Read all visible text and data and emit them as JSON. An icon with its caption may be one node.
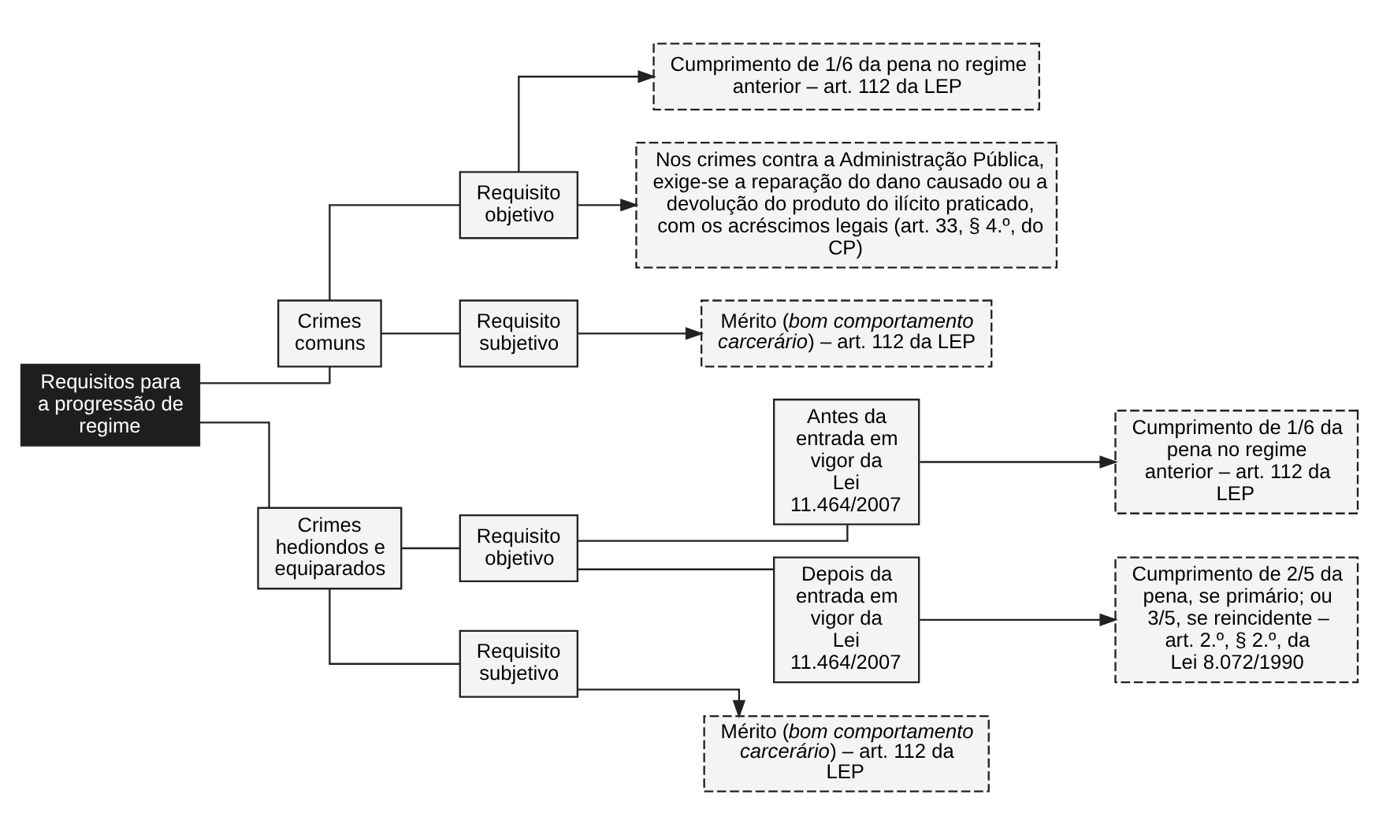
{
  "diagram": {
    "nodes": [
      {
        "text": [
          "Requisitos para a progressão de regime"
        ]
      },
      {
        "text": [
          "Crimes comuns"
        ]
      },
      {
        "text": [
          "Requisito objetivo"
        ]
      },
      {
        "text": [
          "Cumprimento de 1/6 da pena no regime anterior – art. 112 da LEP"
        ]
      },
      {
        "text": [
          "Nos crimes contra a Administração Pública, exige-se a reparação do dano causado ou a devolução do produto do ilícito praticado, com os acréscimos legais (art. 33, § 4.º, do CP)"
        ]
      },
      {
        "text": [
          "Requisito subjetivo"
        ]
      },
      {
        "text": [
          "Mérito (*bom comportamento carcerário*) – art. 112 da LEP"
        ]
      },
      {
        "text": [
          "Crimes hediondos e equiparados"
        ]
      },
      {
        "text": [
          "Requisito objetivo"
        ]
      },
      {
        "text": [
          "Antes da entrada em vigor da Lei 11.464/2007"
        ]
      },
      {
        "text": [
          "Cumprimento de 1/6 da pena no regime anterior – art. 112 da LEP"
        ]
      },
      {
        "text": [
          "Depois da entrada em vigor da Lei 11.464/2007"
        ]
      },
      {
        "text": [
          "Cumprimento de 2/5 da pena, se primário; ou 3/5, se reincidente – art. 2.º, § 2.º, da Lei 8.072/1990"
        ]
      },
      {
        "text": [
          "Requisito subjetivo"
        ]
      },
      {
        "text": [
          "Mérito (*bom comportamento carcerário*) – art. 112 da LEP"
        ]
      }
    ],
    "edges": [
      {
        "from": 0,
        "to": 1,
        "arrow": "none"
      },
      {
        "from": 0,
        "to": 7,
        "arrow": "none"
      },
      {
        "from": 1,
        "to": 2,
        "arrow": "none"
      },
      {
        "from": 1,
        "to": 5,
        "arrow": "none"
      },
      {
        "from": 2,
        "to": 3,
        "arrow": "to"
      },
      {
        "from": 2,
        "to": 4,
        "arrow": "to"
      },
      {
        "from": 5,
        "to": 6,
        "arrow": "to"
      },
      {
        "from": 7,
        "to": 8,
        "arrow": "none"
      },
      {
        "from": 7,
        "to": 13,
        "arrow": "none"
      },
      {
        "from": 8,
        "to": 9,
        "arrow": "none"
      },
      {
        "from": 8,
        "to": 11,
        "arrow": "none"
      },
      {
        "from": 9,
        "to": 10,
        "arrow": "to"
      },
      {
        "from": 11,
        "to": 12,
        "arrow": "to"
      },
      {
        "from": 13,
        "to": 14,
        "arrow": "to"
      }
    ]
  }
}
